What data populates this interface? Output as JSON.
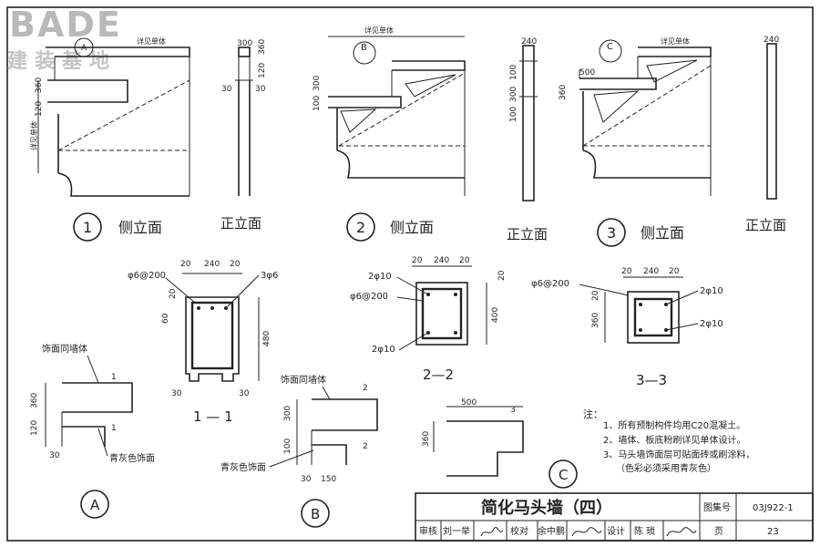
{
  "logo": {
    "brand": "BADE",
    "subtitle": "建装基地"
  },
  "top_views": [
    {
      "circle": "1",
      "side_label": "侧立面",
      "front_label": "正立面",
      "detail_tag": "A",
      "note_label": "详见单体",
      "note_label_small": "详见单体",
      "dims_side": [
        "360",
        "120"
      ],
      "dims_front": [
        "300",
        "360",
        "120",
        "30",
        "30"
      ]
    },
    {
      "circle": "2",
      "side_label": "侧立面",
      "front_label": "正立面",
      "detail_tag": "B",
      "note_label": "详见单体",
      "dims_side": [
        "300",
        "100"
      ],
      "dims_front": [
        "240",
        "100",
        "300",
        "100"
      ]
    },
    {
      "circle": "3",
      "side_label": "侧立面",
      "front_label": "正立面",
      "detail_tag": "C",
      "note_label": "详见单体",
      "dims_side": [
        "500",
        "360"
      ],
      "dims_front": [
        "240"
      ]
    }
  ],
  "section_1_1": {
    "label": "1 — 1",
    "top_dims": [
      "20",
      "240",
      "20"
    ],
    "rebar_left": "φ6@200",
    "rebar_right": "3φ6",
    "left_dims": [
      "20",
      "60"
    ],
    "height_dim": "480",
    "bottom_dims": [
      "30",
      "30"
    ]
  },
  "section_2_2": {
    "label": "2—2",
    "top_dims": [
      "20",
      "240",
      "20"
    ],
    "rebar_top": "2φ10",
    "rebar_stirrup": "φ6@200",
    "rebar_bottom": "2φ10",
    "right_dims": [
      "20",
      "400"
    ]
  },
  "section_3_3": {
    "label": "3—3",
    "top_dims": [
      "20",
      "240",
      "20"
    ],
    "rebar_stirrup": "φ6@200",
    "rebar_top": "2φ10",
    "rebar_bottom": "2φ10",
    "left_dims": [
      "20",
      "360"
    ]
  },
  "detail_A": {
    "tag": "A",
    "finish_top": "饰面同墙体",
    "finish_bottom": "青灰色饰面",
    "dims": [
      "360",
      "120",
      "30"
    ],
    "cut_top": "1",
    "cut_bottom": "1"
  },
  "detail_B": {
    "tag": "B",
    "finish_top": "饰面同墙体",
    "finish_bottom": "青灰色饰面",
    "dims": [
      "300",
      "100",
      "30",
      "150"
    ],
    "cut_top": "2",
    "cut_bottom": "2"
  },
  "detail_C": {
    "tag": "C",
    "dims": [
      "500",
      "360"
    ],
    "cut_mark": "3"
  },
  "notes": {
    "heading": "注：",
    "items": [
      "1、所有预制构件均用C20混凝土。",
      "2、墙体、板底粉刷详见单体设计。",
      "3、马头墙饰面层可贴面砖或刷涂料，",
      "（色彩必须采用青灰色）"
    ]
  },
  "title_block": {
    "title": "简化马头墙（四）",
    "atlas_label": "图集号",
    "atlas_no": "03J922-1",
    "review_label": "审核",
    "reviewer": "刘一举",
    "check_label": "校对",
    "checker": "余中鹏",
    "design_label": "设计",
    "designer": "陈 琐",
    "page_label": "页",
    "page_no": "23"
  }
}
